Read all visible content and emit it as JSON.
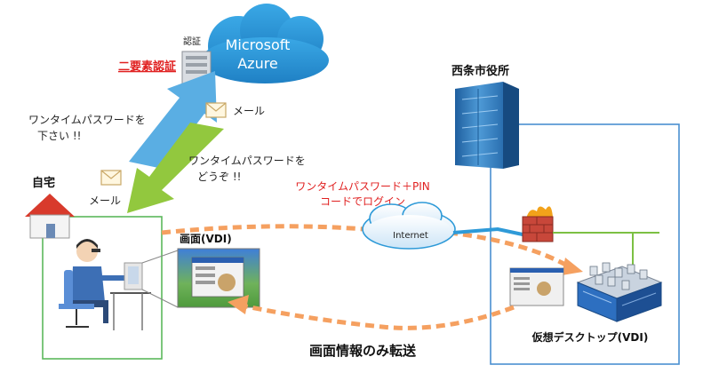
{
  "cloud": {
    "title_line1": "Microsoft",
    "title_line2": "Azure"
  },
  "auth_server": {
    "label": "認証"
  },
  "two_factor": {
    "label": "二要素認証",
    "color": "#e02020"
  },
  "mail": {
    "top_label": "メール",
    "left_label": "メール"
  },
  "messages": {
    "request_line1": "ワンタイムパスワードを",
    "request_line2": "下さい !!",
    "reply_line1": "ワンタイムパスワードを",
    "reply_line2": "どうぞ !!"
  },
  "home": {
    "label": "自宅"
  },
  "office": {
    "label": "西条市役所"
  },
  "login": {
    "line1": "ワンタイムパスワード＋PIN",
    "line2": "コードでログイン",
    "color": "#e02020"
  },
  "internet": {
    "label": "Internet"
  },
  "screen": {
    "label": "画面(VDI)"
  },
  "vdi": {
    "label": "仮想デスクトップ(VDI)"
  },
  "transfer": {
    "label": "画面情報のみ転送"
  },
  "colors": {
    "azure_blue": "#2e9ad8",
    "arrow_blue": "#5aaee3",
    "arrow_green": "#92c83e",
    "dash_orange": "#f5a060",
    "home_box": "#5cb85c",
    "office_box": "#4a8fd0"
  }
}
